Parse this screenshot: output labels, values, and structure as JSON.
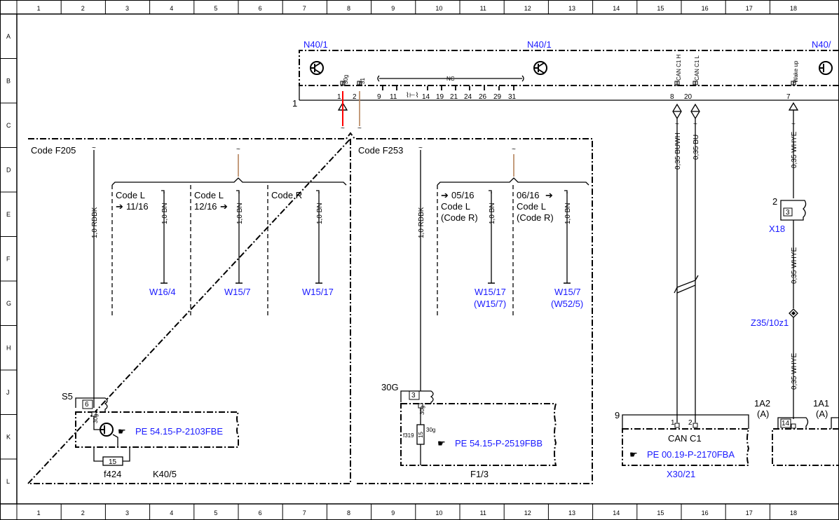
{
  "columns": [
    "1",
    "2",
    "3",
    "4",
    "5",
    "6",
    "7",
    "8",
    "9",
    "10",
    "11",
    "12",
    "13",
    "14",
    "15",
    "16",
    "17",
    "18"
  ],
  "rows": [
    "A",
    "B",
    "C",
    "D",
    "E",
    "F",
    "G",
    "H",
    "J",
    "K",
    "L"
  ],
  "components": {
    "n40_left": "N40/1",
    "n40_mid": "N40/1",
    "n40_right": "N40/",
    "x18": "X18",
    "z35": "Z35/10z1",
    "x30": "X30/21",
    "k40": "K40/5",
    "f424": "f424",
    "f13": "F1/3",
    "f319": "f319",
    "s5": "S5",
    "pos_1a2": "1A2",
    "pos_1a1": "1A1",
    "pos_a1": "(A)",
    "pos_a2": "(A)"
  },
  "pins": {
    "p1": "1",
    "p2": "2",
    "p9": "9",
    "p11": "11",
    "p14": "14",
    "p19": "19",
    "p21": "21",
    "p24": "24",
    "p26": "26",
    "p29": "29",
    "p31": "31",
    "p8": "8",
    "p20": "20",
    "p7": "7",
    "t30g": "30g",
    "t31": "31",
    "nc": "NC",
    "can_h": "CAN C1 H",
    "can_l": "CAN C1 L",
    "wakeup": "Wake up",
    "bus_label": "1",
    "x18_pin": "2",
    "x18_inner": "3",
    "s5_pin": "6",
    "s5_30g": "30g",
    "fuse424": "15",
    "f30g_label": "30G",
    "f_pin": "3",
    "f_30g": "30g",
    "f_30g2": "30g",
    "f_15": "15",
    "can_pin1": "1",
    "can_pin2": "2",
    "x30_node": "9",
    "pin14": "14"
  },
  "wires": {
    "rdbk_left": "1,0 RDBK",
    "rdbk_right": "1,0 RDBK",
    "bn_1": "1,0 BN",
    "bn_2": "1,0 BN",
    "bn_3": "1,0 BN",
    "bn_4": "1,0 BN",
    "bn_5": "1,0 BN",
    "buwh": "0,35 BUWH",
    "bu": "0,35 BU",
    "whye_1": "0,35 WHYE",
    "whye_2": "0,35 WHYE",
    "whye_3": "0,35 WHYE"
  },
  "codes": {
    "f205": "Code F205",
    "f253": "Code F253",
    "codeL1": "Code L",
    "codeL1_date": "11/16",
    "codeL2": "Code L",
    "codeL2_date": "12/16",
    "codeR": "Code R",
    "date_0516": "05/16",
    "codeL3": "Code L",
    "codeR3": "(Code R)",
    "date_0616": "06/16",
    "codeL4": "Code L",
    "codeR4": "(Code R)"
  },
  "refs": {
    "w16_4": "W16/4",
    "w15_7a": "W15/7",
    "w15_17a": "W15/17",
    "w15_17b": "W15/17",
    "w15_7b": "(W15/7)",
    "w15_7c": "W15/7",
    "w52_5": "(W52/5)"
  },
  "links": {
    "pe_2103": "PE 54.15-P-2103FBE",
    "pe_2519": "PE 54.15-P-2519FBB",
    "pe_2170": "PE 00.19-P-2170FBA"
  },
  "can_label": "CAN C1",
  "colors": {
    "link_blue": "#1a1aff",
    "wire_red": "#ff0000",
    "wire_brown": "#b5845b",
    "ink": "#000000"
  },
  "icons": [
    "transistor-icon",
    "hand-pointer-icon",
    "ground-symbol-icon",
    "connector-icon"
  ]
}
